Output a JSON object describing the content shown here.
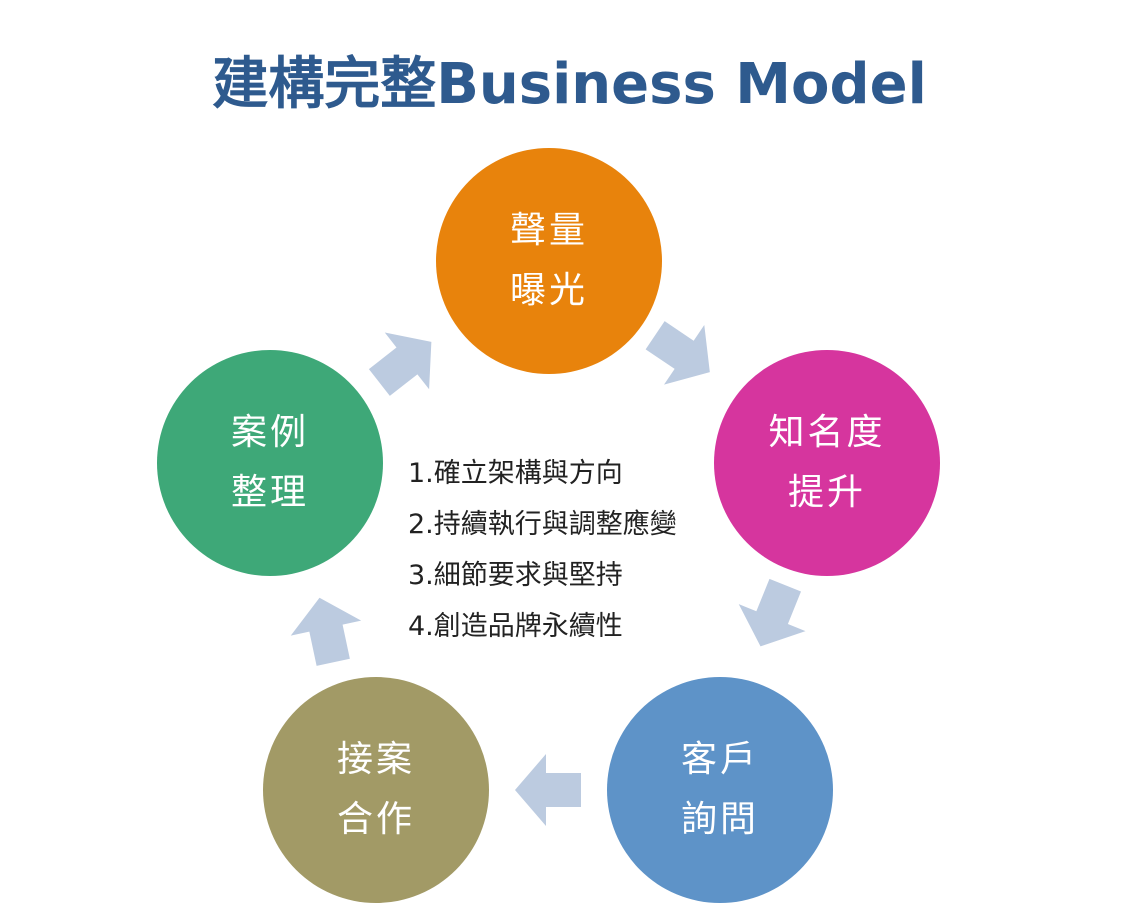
{
  "title": "建構完整Business Model",
  "nodes": [
    {
      "id": "exposure",
      "line1": "聲量",
      "line2": "曝光",
      "color": "#E8830C"
    },
    {
      "id": "awareness",
      "line1": "知名度",
      "line2": "提升",
      "color": "#D6359E"
    },
    {
      "id": "inquiry",
      "line1": "客戶",
      "line2": "詢問",
      "color": "#5E93C8"
    },
    {
      "id": "deal",
      "line1": "接案",
      "line2": "合作",
      "color": "#A29A66"
    },
    {
      "id": "cases",
      "line1": "案例",
      "line2": "整理",
      "color": "#3EA878"
    }
  ],
  "arrow_color": "#BCCBE0",
  "steps": [
    "1.確立架構與方向",
    "2.持續執行與調整應變",
    "3.細節要求與堅持",
    "4.創造品牌永續性"
  ]
}
